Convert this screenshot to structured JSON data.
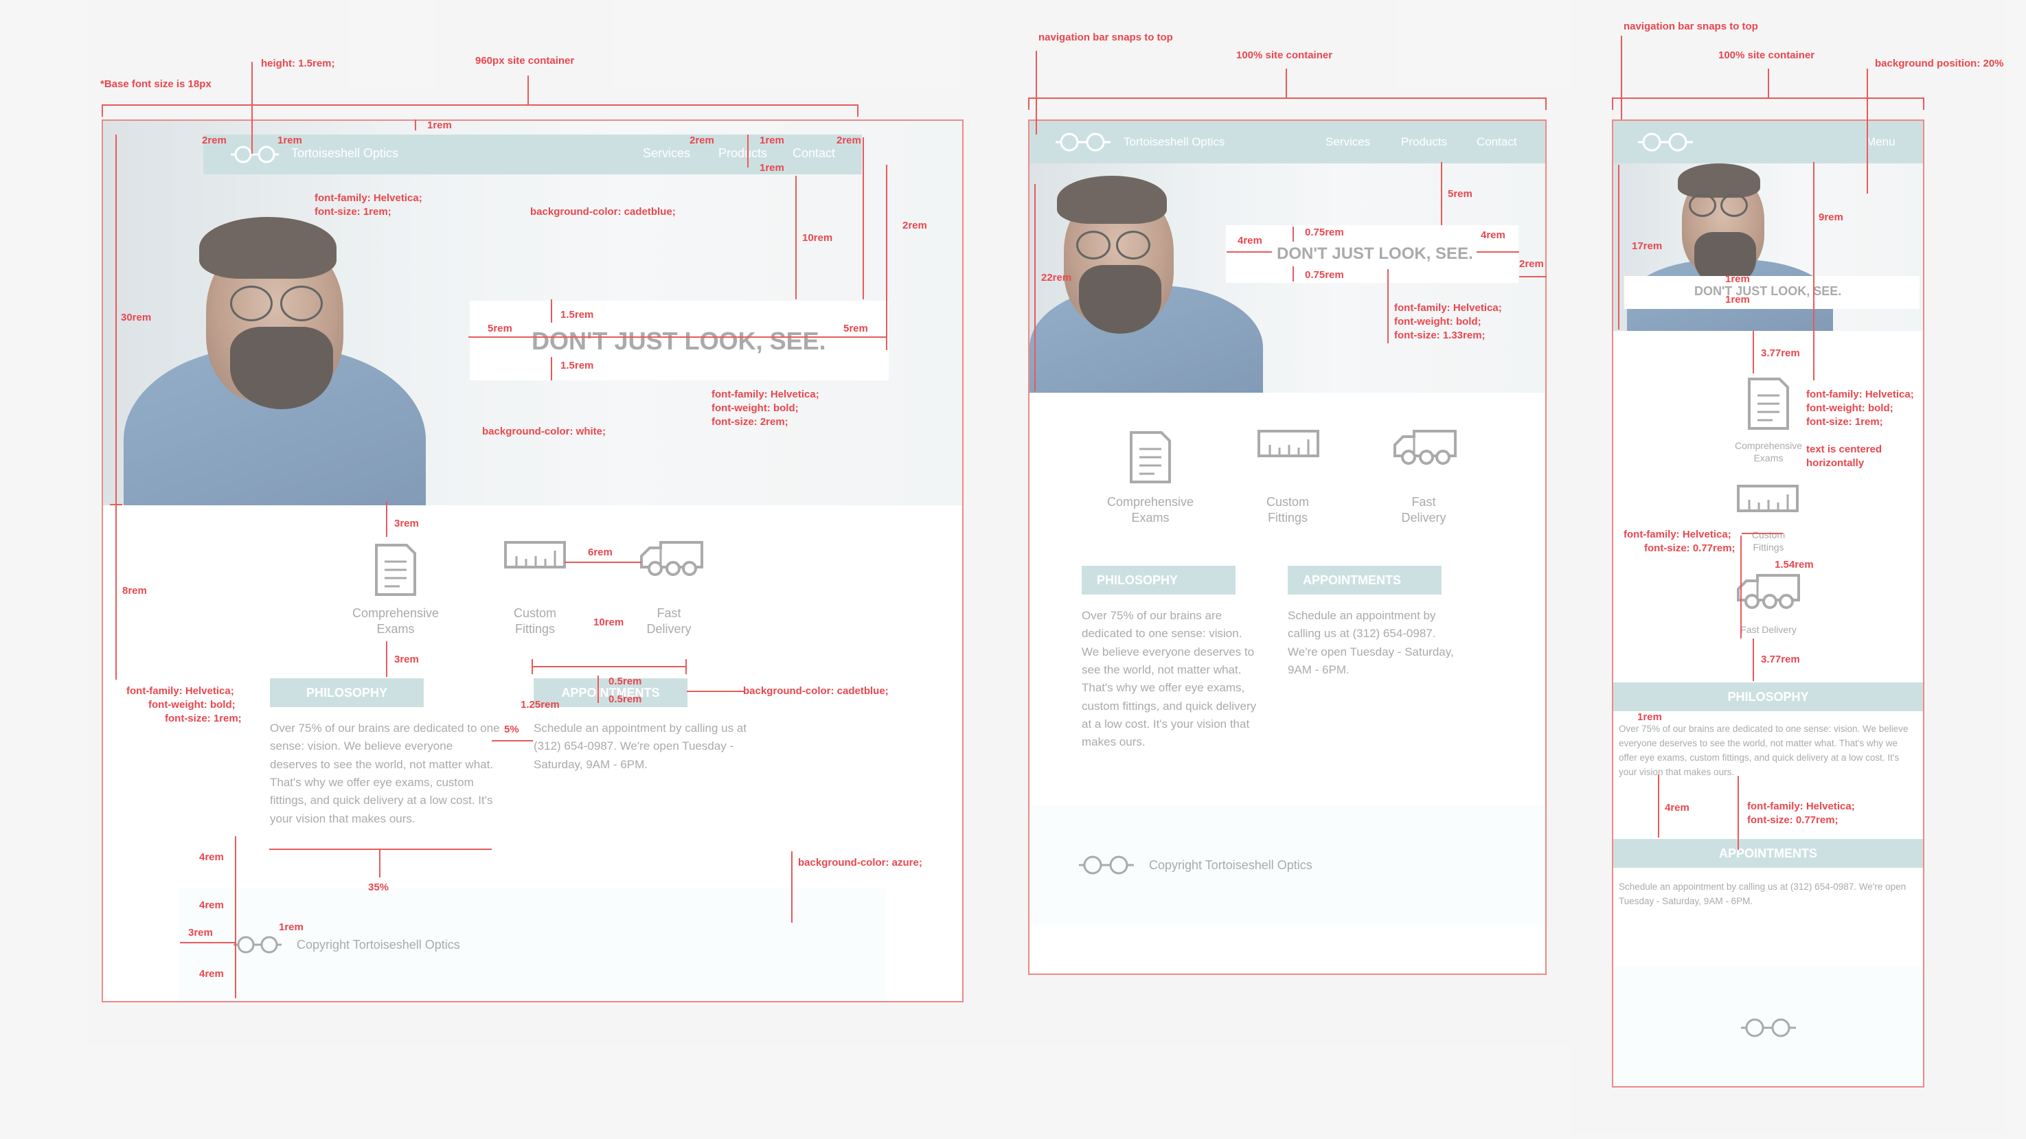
{
  "brand": "Tortoiseshell Optics",
  "nav": {
    "services": "Services",
    "products": "Products",
    "contact": "Contact",
    "menu": "Menu"
  },
  "hero": {
    "tagline": "DON'T JUST LOOK, SEE."
  },
  "features": {
    "exams_l1": "Comprehensive",
    "exams_l2": "Exams",
    "fit_l1": "Custom",
    "fit_l2": "Fittings",
    "del_l1": "Fast",
    "del_l2": "Delivery",
    "del_full": "Fast Delivery"
  },
  "philosophy": {
    "title": "PHILOSOPHY",
    "text": "Over 75% of our brains are dedicated to one sense: vision. We believe everyone deserves to see the world, not matter what. That's why we offer eye exams, custom fittings, and quick delivery at a low cost. It's your vision that makes ours."
  },
  "appointments": {
    "title": "APPOINTMENTS",
    "text": "Schedule an appointment by calling us at (312) 654-0987. We're open Tuesday - Saturday, 9AM - 6PM."
  },
  "footer": {
    "copyright": "Copyright Tortoiseshell Optics"
  },
  "annotations": {
    "base_font": "*Base font size is 18px",
    "height": "height: 1.5rem;",
    "container960": "960px site container",
    "container100": "100% site container",
    "nav_snaps": "navigation bar snaps to top",
    "bg_position": "background position: 20%",
    "nav_font_1": "font-family: Helvetica;",
    "nav_font_2": "font-size: 1rem;",
    "bg_cadet": "background-color: cadetblue;",
    "bg_white": "background-color: white;",
    "bg_azure": "background-color: azure;",
    "hero_font_1": "font-family: Helvetica;",
    "hero_font_2": "font-weight: bold;",
    "hero_font_3": "font-size: 2rem;",
    "hero_m_font_3": "font-size: 1.33rem;",
    "btn_font_1": "font-family: Helvetica;",
    "btn_font_2": "font-weight: bold;",
    "btn_font_3": "font-size: 1rem;",
    "small_font_1": "font-family: Helvetica;",
    "small_font_2": "font-size: 0.77rem;",
    "centered_1": "text is centered",
    "centered_2": "horizontally",
    "r1": "1rem",
    "r1_25": "1.25rem",
    "r1_5": "1.5rem",
    "r1_54": "1.54rem",
    "r2": "2rem",
    "r3": "3rem",
    "r3_77": "3.77rem",
    "r4": "4rem",
    "r5": "5rem",
    "r6": "6rem",
    "r8": "8rem",
    "r9": "9rem",
    "r10": "10rem",
    "r17": "17rem",
    "r22": "22rem",
    "r30": "30rem",
    "r0_5": "0.5rem",
    "r0_75": "0.75rem",
    "p5": "5%",
    "p35": "35%"
  },
  "colors": {
    "cadetblue": "#bad5d6",
    "annotation": "#e8474e",
    "text": "#8a8a8a",
    "azure": "#f7fdfd"
  }
}
